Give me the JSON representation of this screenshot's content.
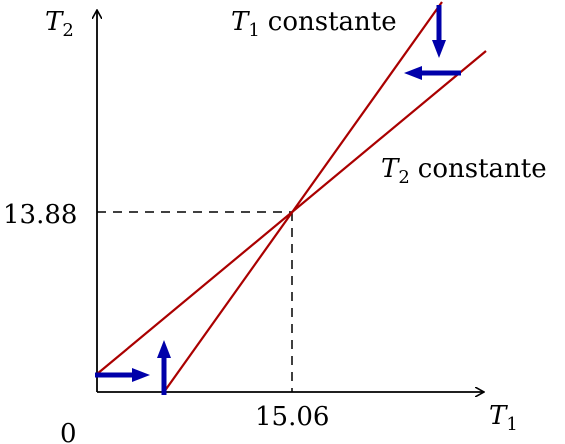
{
  "axes": {
    "y_label_var": "T",
    "y_label_sub": "2",
    "x_label_var": "T",
    "x_label_sub": "1",
    "origin_label": "0"
  },
  "values": {
    "x_intersection": "15.06",
    "y_intersection": "13.88"
  },
  "labels": {
    "t1_const_var": "T",
    "t1_const_sub": "1",
    "t1_const_text": "constante",
    "t2_const_var": "T",
    "t2_const_sub": "2",
    "t2_const_text": "constante"
  },
  "colors": {
    "line": "#aa0000",
    "arrow": "#0000aa",
    "axis": "#000000"
  }
}
